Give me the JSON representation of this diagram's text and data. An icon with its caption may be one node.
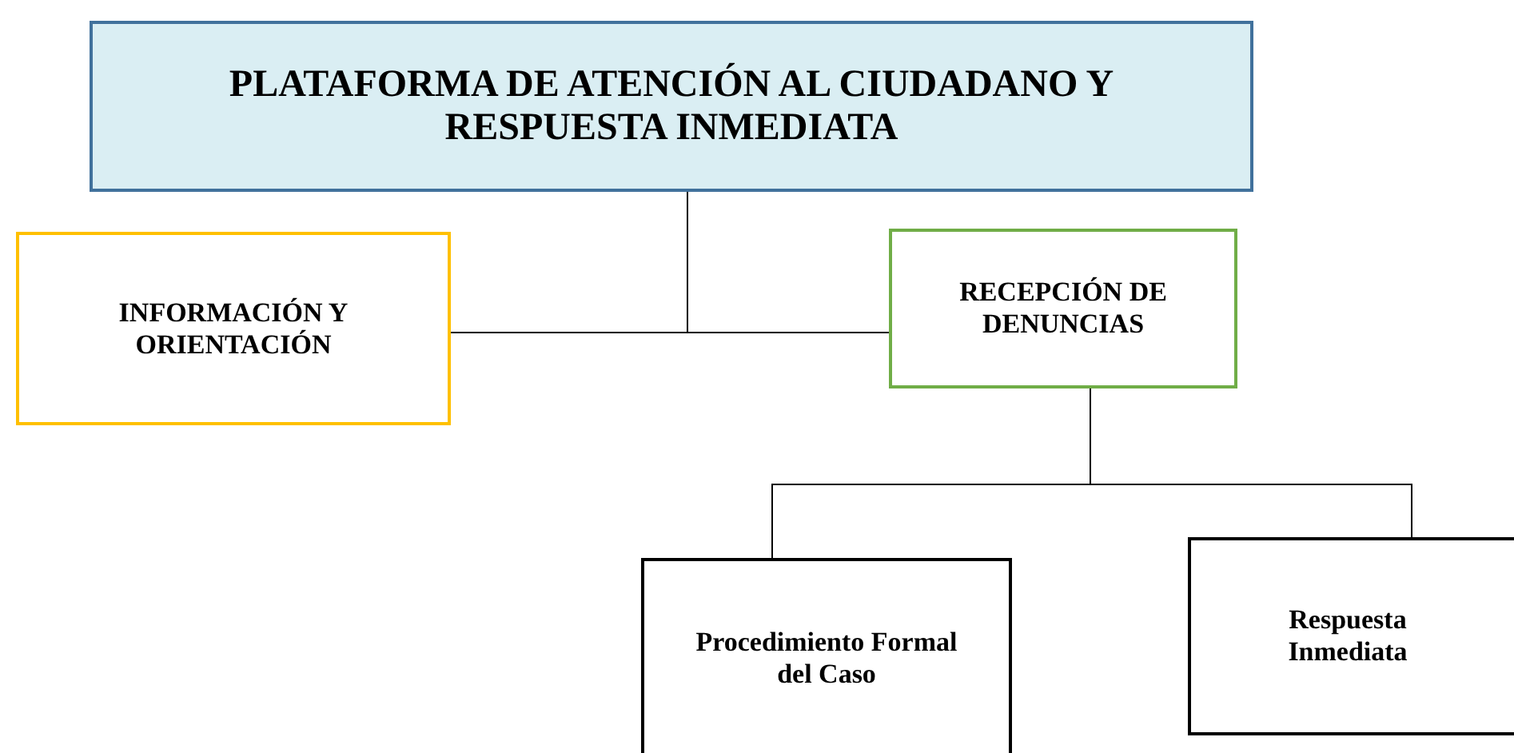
{
  "diagram": {
    "nodes": [
      {
        "text": [
          "PLATAFORMA DE ATENCIÓN AL CIUDADANO Y RESPUESTA INMEDIATA"
        ]
      },
      {
        "text": [
          "INFORMACIÓN Y ORIENTACIÓN"
        ]
      },
      {
        "text": [
          "RECEPCIÓN DE DENUNCIAS"
        ]
      },
      {
        "text": [
          "Procedimiento Formal del Caso"
        ]
      },
      {
        "text": [
          "Respuesta Inmediata"
        ]
      }
    ],
    "edges": [
      {
        "from": 0,
        "to": 1,
        "arrow": "none"
      },
      {
        "from": 0,
        "to": 2,
        "arrow": "none"
      },
      {
        "from": 2,
        "to": 3,
        "arrow": "none"
      },
      {
        "from": 2,
        "to": 4,
        "arrow": "none"
      }
    ]
  }
}
